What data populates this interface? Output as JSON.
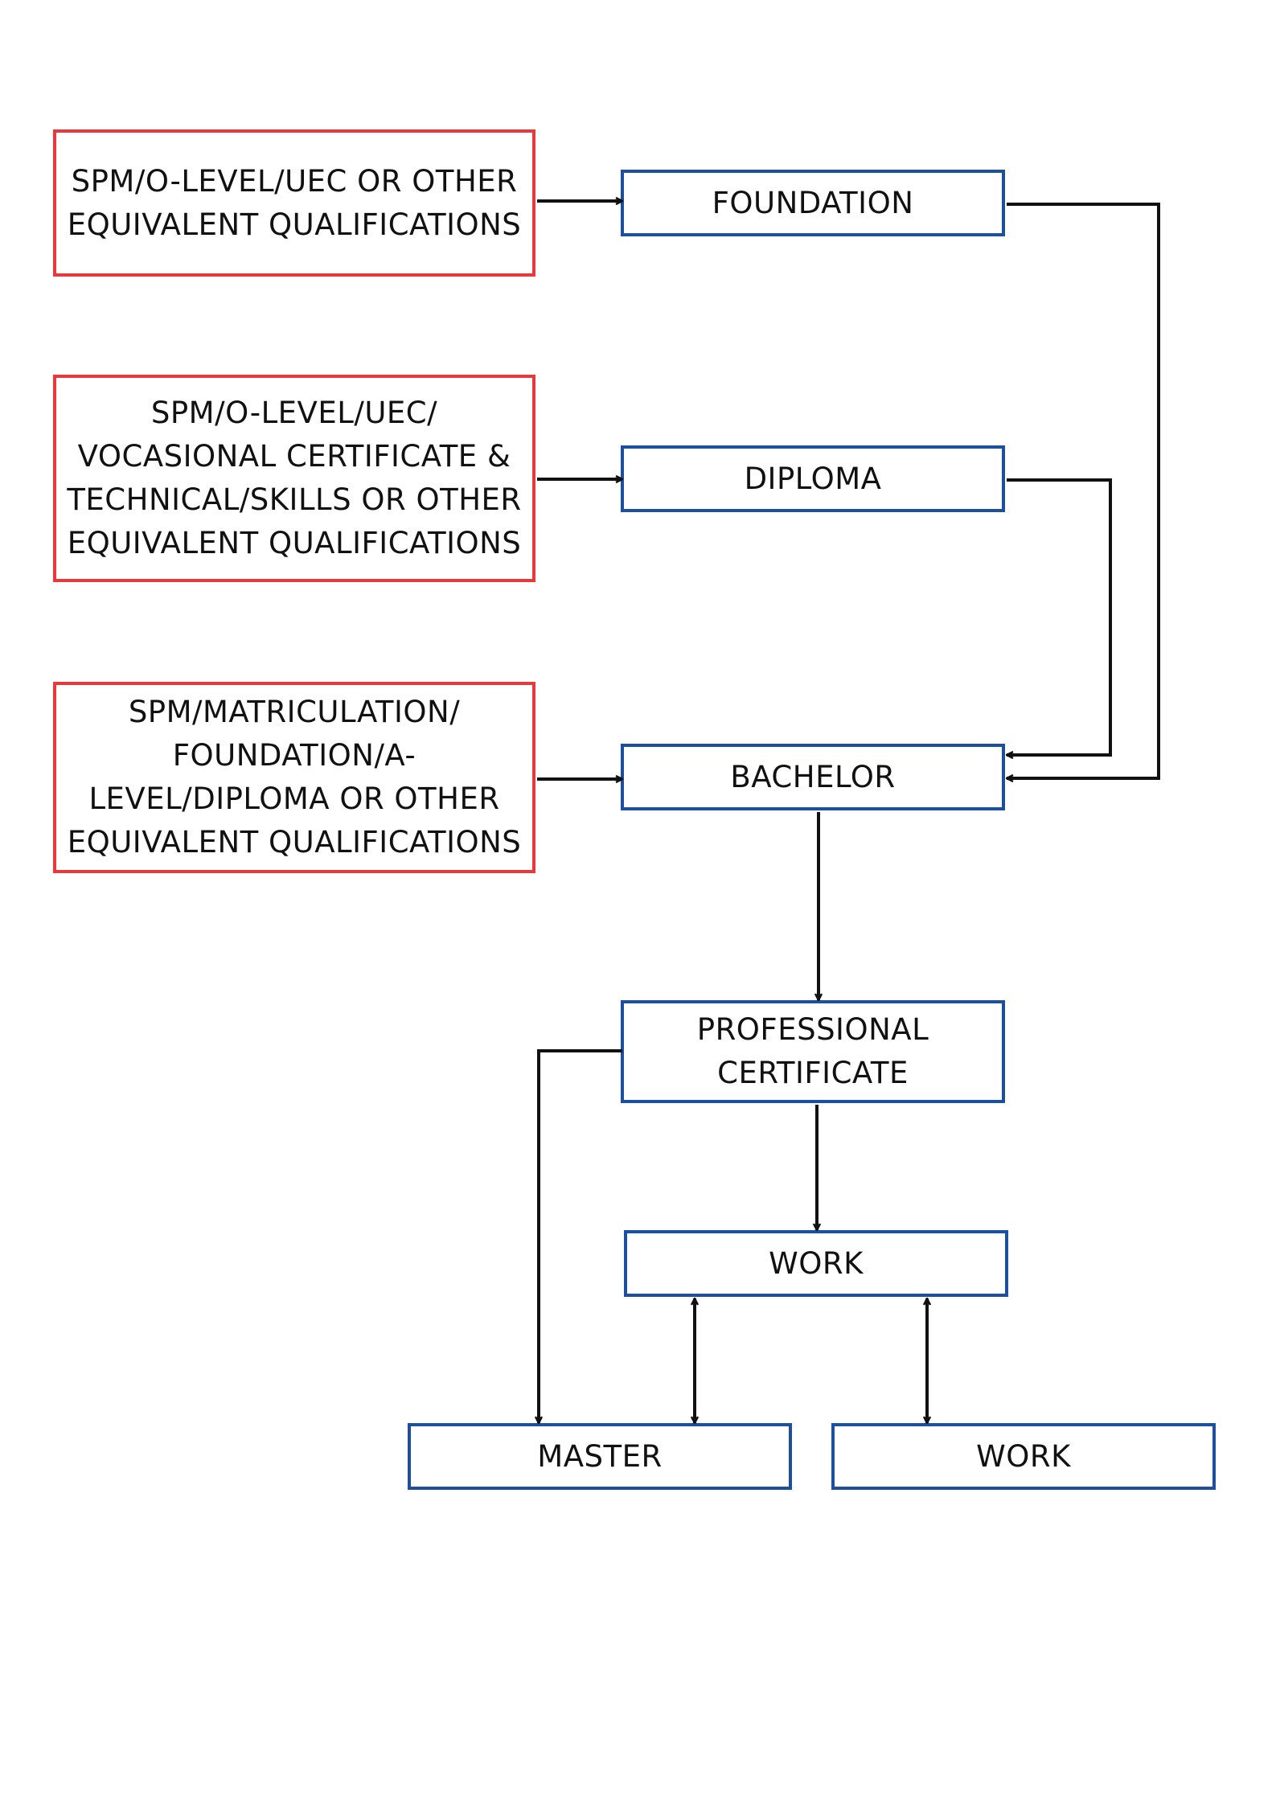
{
  "colors": {
    "entry_border": "#e8383b",
    "stage_border": "#1d4fa0",
    "connector": "#111111",
    "background": "#ffffff"
  },
  "entries": [
    {
      "id": "entry-foundation",
      "text": "SPM/O-LEVEL/UEC OR OTHER\nEQUIVALENT QUALIFICATIONS"
    },
    {
      "id": "entry-diploma",
      "text": "SPM/O-LEVEL/UEC/\nVOCASIONAL CERTIFICATE  &\nTECHNICAL/SKILLS OR OTHER\nEQUIVALENT QUALIFICATIONS"
    },
    {
      "id": "entry-bachelor",
      "text": "SPM/MATRICULATION/\nFOUNDATION/A-\nLEVEL/DIPLOMA OR OTHER\nEQUIVALENT QUALIFICATIONS"
    }
  ],
  "stages": {
    "foundation": "FOUNDATION",
    "diploma": "DIPLOMA",
    "bachelor": "BACHELOR",
    "professional_certificate": "PROFESSIONAL\nCERTIFICATE",
    "work_center": "WORK",
    "master": "MASTER",
    "work_right": "WORK"
  },
  "connections": [
    {
      "from": "entry-foundation",
      "to": "foundation",
      "direction": "forward"
    },
    {
      "from": "entry-diploma",
      "to": "diploma",
      "direction": "forward"
    },
    {
      "from": "entry-bachelor",
      "to": "bachelor",
      "direction": "forward"
    },
    {
      "from": "foundation",
      "to": "bachelor",
      "direction": "forward"
    },
    {
      "from": "diploma",
      "to": "bachelor",
      "direction": "forward"
    },
    {
      "from": "bachelor",
      "to": "professional_certificate",
      "direction": "forward"
    },
    {
      "from": "professional_certificate",
      "to": "work_center",
      "direction": "forward"
    },
    {
      "from": "professional_certificate",
      "to": "master",
      "direction": "forward"
    },
    {
      "from": "work_center",
      "to": "master",
      "direction": "both"
    },
    {
      "from": "work_center",
      "to": "work_right",
      "direction": "both"
    }
  ]
}
